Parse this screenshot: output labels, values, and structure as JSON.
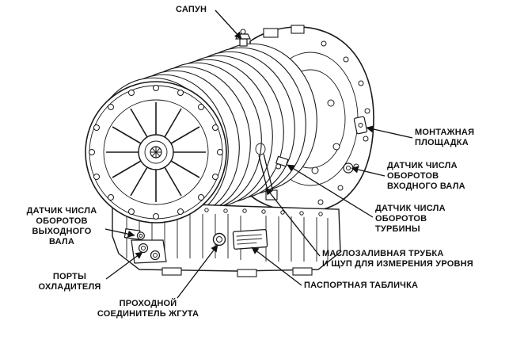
{
  "figure": {
    "background": "#ffffff",
    "line_color": "#1a1a1a",
    "text_color": "#111111"
  },
  "labels": {
    "breather": {
      "lines": [
        "САПУН"
      ]
    },
    "mounting_pad": {
      "lines": [
        "МОНТАЖНАЯ",
        "ПЛОЩАДКА"
      ]
    },
    "input_speed_sensor": {
      "lines": [
        "ДАТЧИК ЧИСЛА",
        "ОБОРОТОВ",
        "ВХОДНОГО ВАЛА"
      ]
    },
    "turbine_speed_sensor": {
      "lines": [
        "ДАТЧИК ЧИСЛА",
        "ОБОРОТОВ",
        "ТУРБИНЫ"
      ]
    },
    "fill_tube": {
      "lines": [
        "МАСЛОЗАЛИВНАЯ ТРУБКА",
        "И ЩУП ДЛЯ ИЗМЕРЕНИЯ УРОВНЯ"
      ]
    },
    "nameplate": {
      "lines": [
        "ПАСПОРТНАЯ ТАБЛИЧКА"
      ]
    },
    "harness_connector": {
      "lines": [
        "ПРОХОДНОЙ",
        "СОЕДИНИТЕЛЬ ЖГУТА"
      ]
    },
    "cooler_ports": {
      "lines": [
        "ПОРТЫ",
        "ОХЛАДИТЕЛЯ"
      ]
    },
    "output_speed_sensor": {
      "lines": [
        "ДАТЧИК ЧИСЛА",
        "ОБОРОТОВ",
        "ВЫХОДНОГО",
        "ВАЛА"
      ]
    }
  }
}
